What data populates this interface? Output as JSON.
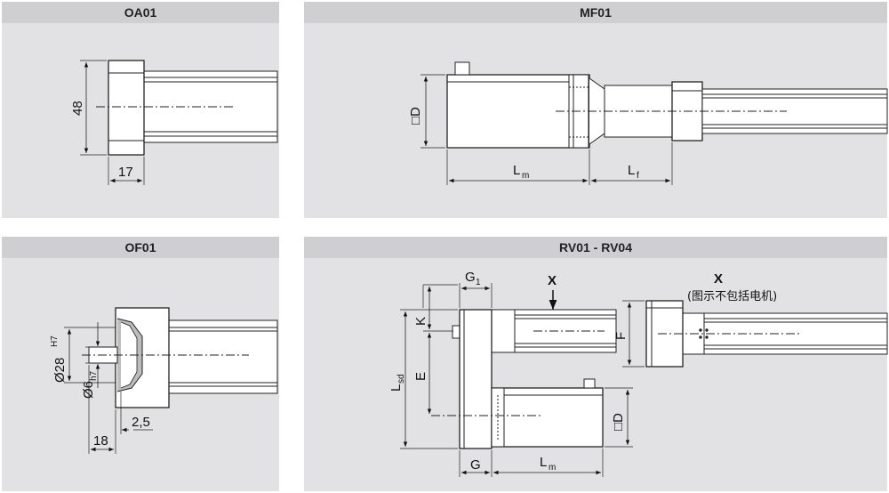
{
  "panels": {
    "oa01": {
      "title": "OA01"
    },
    "mf01": {
      "title": "MF01"
    },
    "of01": {
      "title": "OF01"
    },
    "rv": {
      "title": "RV01 - RV04"
    }
  },
  "dims": {
    "oa_48": "48",
    "oa_17": "17",
    "mf_D": "□D",
    "mf_Lm_main": "L",
    "mf_Lm_sub": "m",
    "mf_Lf_main": "L",
    "mf_Lf_sub": "f",
    "of_d28_main": "Ø28",
    "of_d28_sup": "H7",
    "of_d6_main": "Ø6",
    "of_d6_sub": "h7",
    "of_25": "2,5",
    "of_18": "18",
    "rv_G1_main": "G",
    "rv_G1_sub": "1",
    "rv_X": "X",
    "rv_X2": "X",
    "rv_note": "(图示不包括电机)",
    "rv_K": "K",
    "rv_E": "E",
    "rv_Lsd_main": "L",
    "rv_Lsd_sub": "sd",
    "rv_F": "F",
    "rv_D": "□D",
    "rv_G": "G",
    "rv_Lm_main": "L",
    "rv_Lm_sub": "m"
  }
}
